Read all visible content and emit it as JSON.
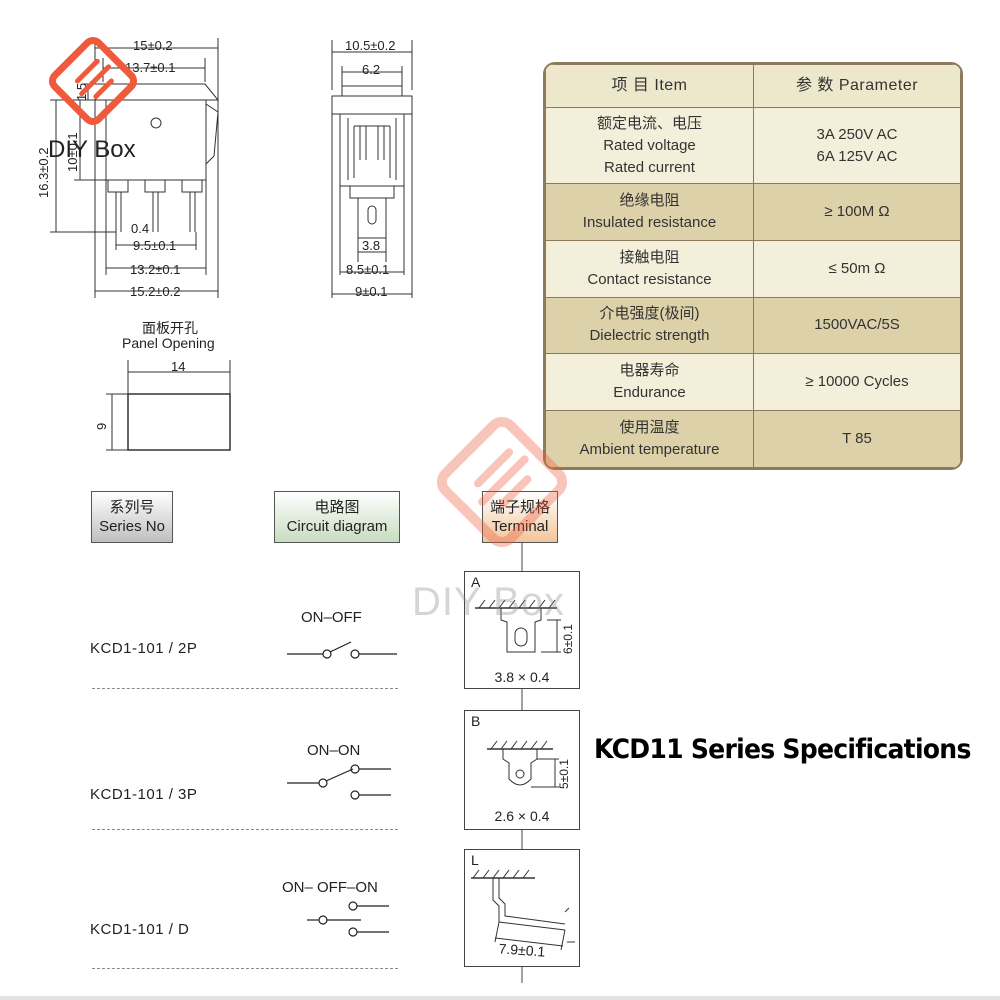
{
  "brand": {
    "name": "DIY Box",
    "accent": "#ef5a3c"
  },
  "top_view": {
    "dims": [
      "15±0.2",
      "13.7±0.1",
      "1.5",
      "10±0.1",
      "16.3±0.2",
      "0.4",
      "9.5±0.1",
      "13.2±0.1",
      "15.2±0.2"
    ]
  },
  "side_view": {
    "dims": [
      "10.5±0.2",
      "6.2",
      "3.8",
      "8.5±0.1",
      "9±0.1"
    ]
  },
  "panel_opening": {
    "title_cn": "面板开孔",
    "title_en": "Panel Opening",
    "width": "14",
    "height": "9"
  },
  "spec_table": {
    "header": {
      "item": "项 目  Item",
      "parameter": "参 数  Parameter"
    },
    "rows": [
      {
        "item_cn": "额定电流、电压",
        "item_en": "Rated voltage",
        "item_en2": "Rated current",
        "param": "3A 250V AC",
        "param2": "6A 125V AC"
      },
      {
        "item_cn": "绝缘电阻",
        "item_en": "Insulated resistance",
        "param": "≥ 100M Ω"
      },
      {
        "item_cn": "接触电阻",
        "item_en": "Contact resistance",
        "param": "≤ 50m Ω"
      },
      {
        "item_cn": "介电强度(极间)",
        "item_en": "Dielectric strength",
        "param": "1500VAC/5S"
      },
      {
        "item_cn": "电器寿命",
        "item_en": "Endurance",
        "param": "≥ 10000 Cycles"
      },
      {
        "item_cn": "使用温度",
        "item_en": "Ambient temperature",
        "param": "T 85"
      }
    ]
  },
  "columns": {
    "series": {
      "cn": "系列号",
      "en": "Series No"
    },
    "circuit": {
      "cn": "电路图",
      "en": "Circuit diagram"
    },
    "terminal": {
      "cn": "端子规格",
      "en": "Terminal"
    }
  },
  "models": [
    {
      "series": "KCD1-101 / 2P",
      "circuit": "ON–OFF",
      "terminal_letter": "A",
      "terminal_dim": "3.8 × 0.4",
      "terminal_height": "6±0.1"
    },
    {
      "series": "KCD1-101 / 3P",
      "circuit": "ON–ON",
      "terminal_letter": "B",
      "terminal_dim": "2.6 × 0.4",
      "terminal_height": "5±0.1"
    },
    {
      "series": "KCD1-101 / D",
      "circuit": "ON– OFF–ON",
      "terminal_letter": "L",
      "terminal_dim": "7.9±0.1"
    }
  ],
  "caption": "KCD11 Series Specifications"
}
